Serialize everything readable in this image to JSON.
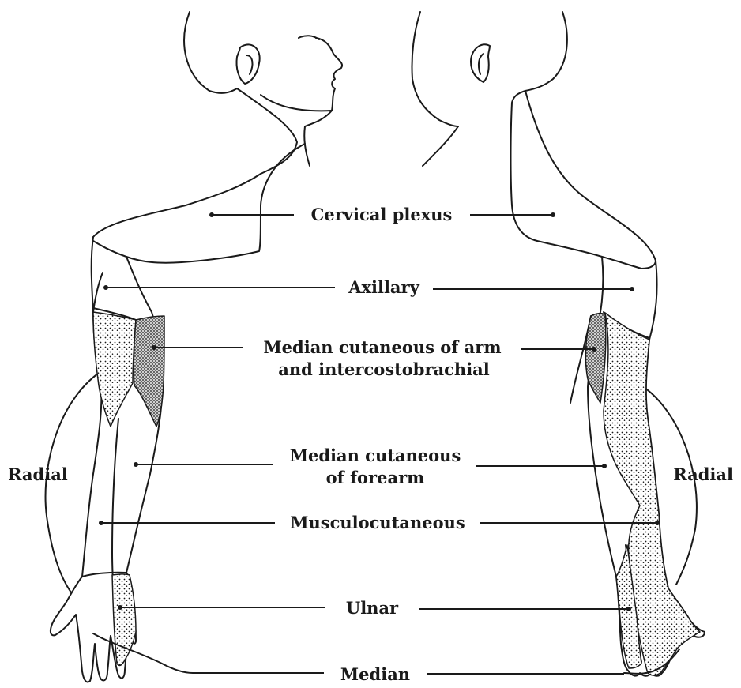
{
  "labels": {
    "cervical_plexus": "Cervical plexus",
    "axillary": "Axillary",
    "median_cutaneous_arm_line1": "Median cutaneous of arm",
    "median_cutaneous_arm_line2": "and intercostobrachial",
    "median_cutaneous_forearm_line1": "Median cutaneous",
    "median_cutaneous_forearm_line2": "of forearm",
    "musculocutaneous": "Musculocutaneous",
    "ulnar": "Ulnar",
    "median": "Median",
    "radial_left": "Radial",
    "radial_right": "Radial"
  },
  "colors": {
    "ink": "#1a1a1a",
    "background": "#ffffff"
  }
}
